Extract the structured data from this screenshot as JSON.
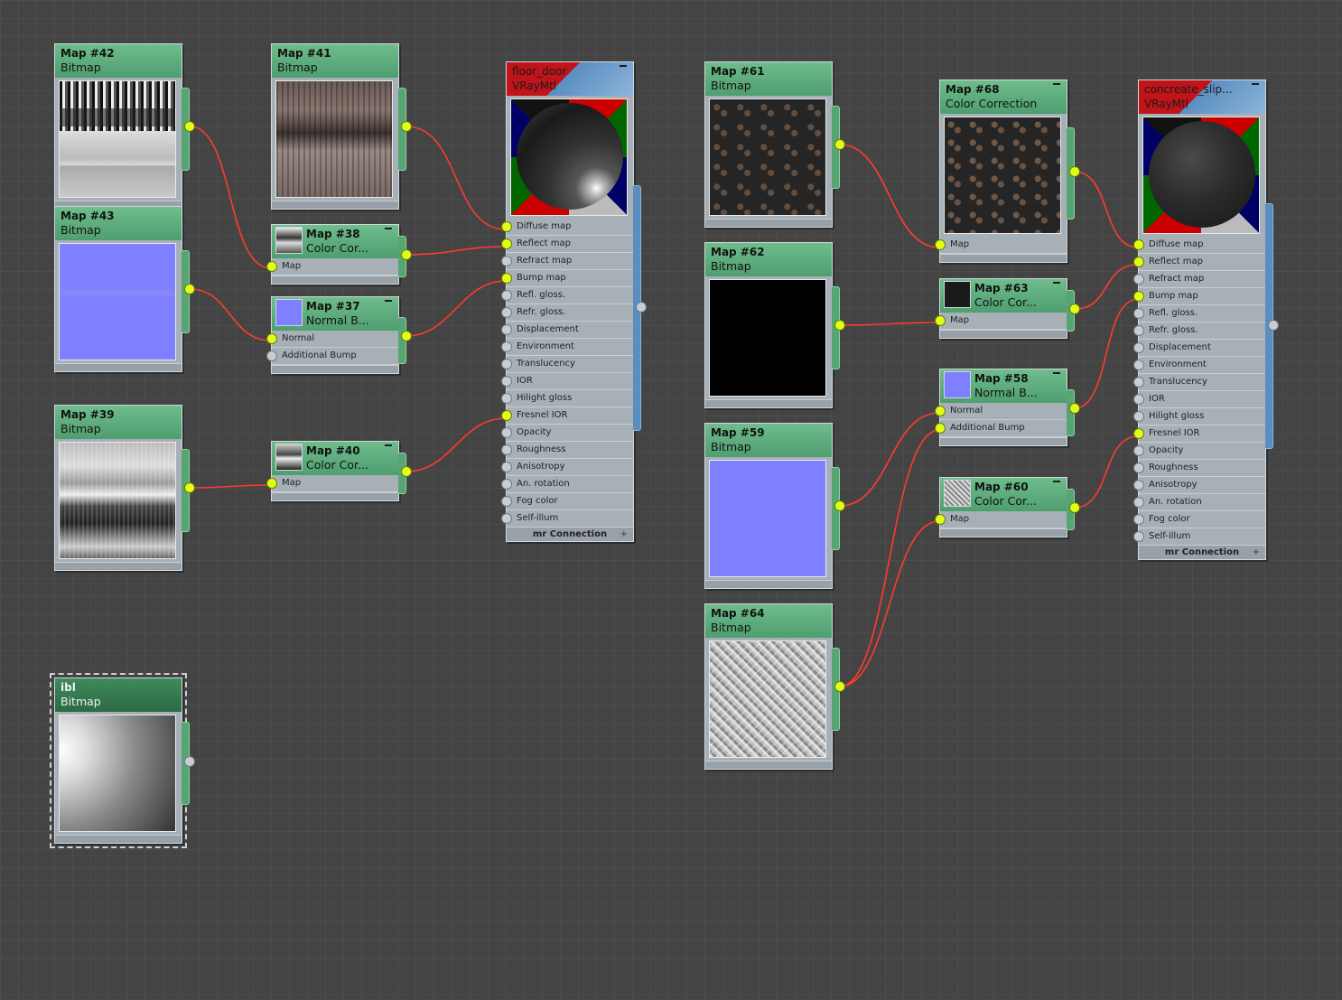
{
  "nodes": {
    "map42": {
      "title": "Map #42",
      "type": "Bitmap"
    },
    "map41": {
      "title": "Map #41",
      "type": "Bitmap"
    },
    "map43": {
      "title": "Map #43",
      "type": "Bitmap"
    },
    "map38": {
      "title": "Map #38",
      "type": "Color Cor...",
      "slots": [
        "Map"
      ]
    },
    "map37": {
      "title": "Map #37",
      "type": "Normal B...",
      "slots": [
        "Normal",
        "Additional Bump"
      ]
    },
    "map39": {
      "title": "Map #39",
      "type": "Bitmap"
    },
    "map40": {
      "title": "Map #40",
      "type": "Color Cor...",
      "slots": [
        "Map"
      ]
    },
    "ibl": {
      "title": "ibl",
      "type": "Bitmap"
    },
    "map61": {
      "title": "Map #61",
      "type": "Bitmap"
    },
    "map62": {
      "title": "Map #62",
      "type": "Bitmap"
    },
    "map59": {
      "title": "Map #59",
      "type": "Bitmap"
    },
    "map64": {
      "title": "Map #64",
      "type": "Bitmap"
    },
    "map68": {
      "title": "Map #68",
      "type": "Color Correction",
      "slots": [
        "Map"
      ]
    },
    "map63": {
      "title": "Map #63",
      "type": "Color Cor...",
      "slots": [
        "Map"
      ]
    },
    "map58": {
      "title": "Map #58",
      "type": "Normal B...",
      "slots": [
        "Normal",
        "Additional Bump"
      ]
    },
    "map60": {
      "title": "Map #60",
      "type": "Color Cor...",
      "slots": [
        "Map"
      ]
    }
  },
  "materials": {
    "floor": {
      "title": "floor_door",
      "type": "VRayMtl",
      "footer": "mr Connection",
      "plus": "+"
    },
    "concrete": {
      "title": "concreate_slip...",
      "type": "VRayMtl",
      "footer": "mr Connection",
      "plus": "+"
    }
  },
  "material_slots": [
    "Diffuse map",
    "Reflect map",
    "Refract map",
    "Bump map",
    "Refl. gloss.",
    "Refr. gloss.",
    "Displacement",
    "Environment",
    "Translucency",
    "IOR",
    "Hilight gloss",
    "Fresnel IOR",
    "Opacity",
    "Roughness",
    "Anisotropy",
    "An. rotation",
    "Fog color",
    "Self-illum"
  ],
  "colors": {
    "wire": "#ff3b2f",
    "socket_active": "#dfff1a",
    "node_header": "#5fae7e",
    "material_accent": "#c0141a"
  }
}
